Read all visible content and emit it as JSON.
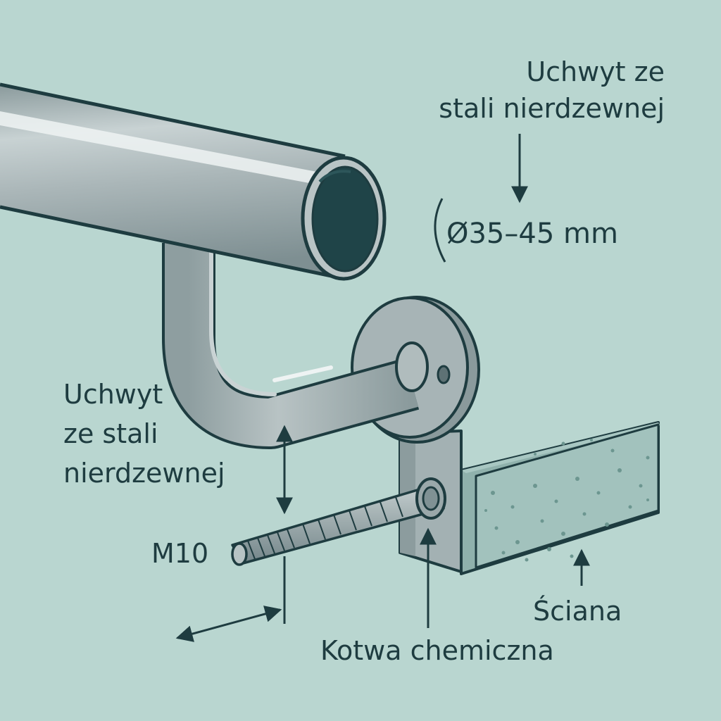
{
  "labels": {
    "holder_top": {
      "line1": "Uchwyt ze",
      "line2": "stali nierdzewnej"
    },
    "holder_left": {
      "line1": "Uchwyt",
      "line2": "ze stali",
      "line3": "nierdzewnej"
    },
    "diameter": "Ø35–45 mm",
    "bolt": "M10",
    "wall": "Ściana",
    "anchor": "Kotwa chemiczna"
  },
  "colors": {
    "background": "#b9d6d0",
    "outline": "#1e3c40",
    "steel": "#aebabc",
    "steel_dark": "#7f9194",
    "wall": "#a2c2bd",
    "wall_dots": "#6c9690"
  }
}
